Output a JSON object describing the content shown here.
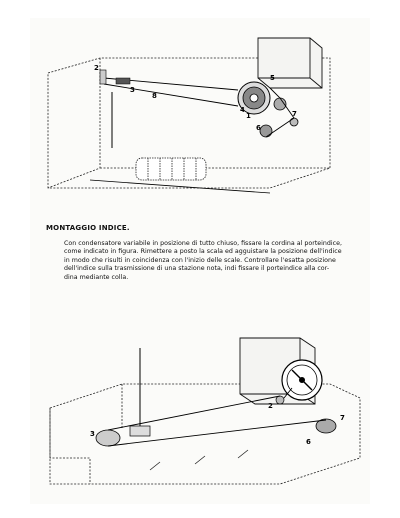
{
  "heading": "MONTAGGIO INDICE.",
  "body_lines": [
    "Con condensatore variabile in posizione di tutto chiuso, fissare la cordina al porteindice,",
    "come indicato in figura. Rimettere a posto la scala ed agguistare la posizione dell'indice",
    "in modo che risulti in coincidenza con l'inizio delle scale. Controllare l'esatta posizione",
    "dell'indice sulla trasmissione di una stazione nota, indi fissare il porteindice alla cor-",
    "dina mediante colla."
  ],
  "top_figure": {
    "callouts": [
      "2",
      "3",
      "8",
      "5",
      "1",
      "4",
      "6",
      "7"
    ]
  },
  "bottom_figure": {
    "callouts": [
      "3",
      "2",
      "6",
      "7"
    ]
  }
}
